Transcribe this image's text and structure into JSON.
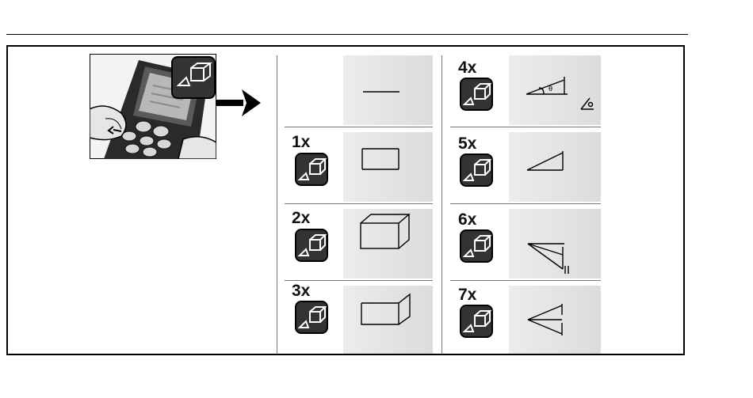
{
  "steps": [
    {
      "count": "",
      "icon": "dash-icon"
    },
    {
      "count": "1x",
      "icon": "rectangle-icon"
    },
    {
      "count": "2x",
      "icon": "box-volume-icon"
    },
    {
      "count": "3x",
      "icon": "wall-area-icon"
    },
    {
      "count": "4x",
      "icon": "tilt-angle-icon"
    },
    {
      "count": "5x",
      "icon": "indirect-height-icon"
    },
    {
      "count": "6x",
      "icon": "double-indirect-height-icon"
    },
    {
      "count": "7x",
      "icon": "indirect-length-icon"
    }
  ],
  "key_icon": "function-key-icon",
  "device_illustration": "hand-pressing-function-key",
  "arrow_icon": "right-arrow-icon",
  "angle_symbol": "θ"
}
